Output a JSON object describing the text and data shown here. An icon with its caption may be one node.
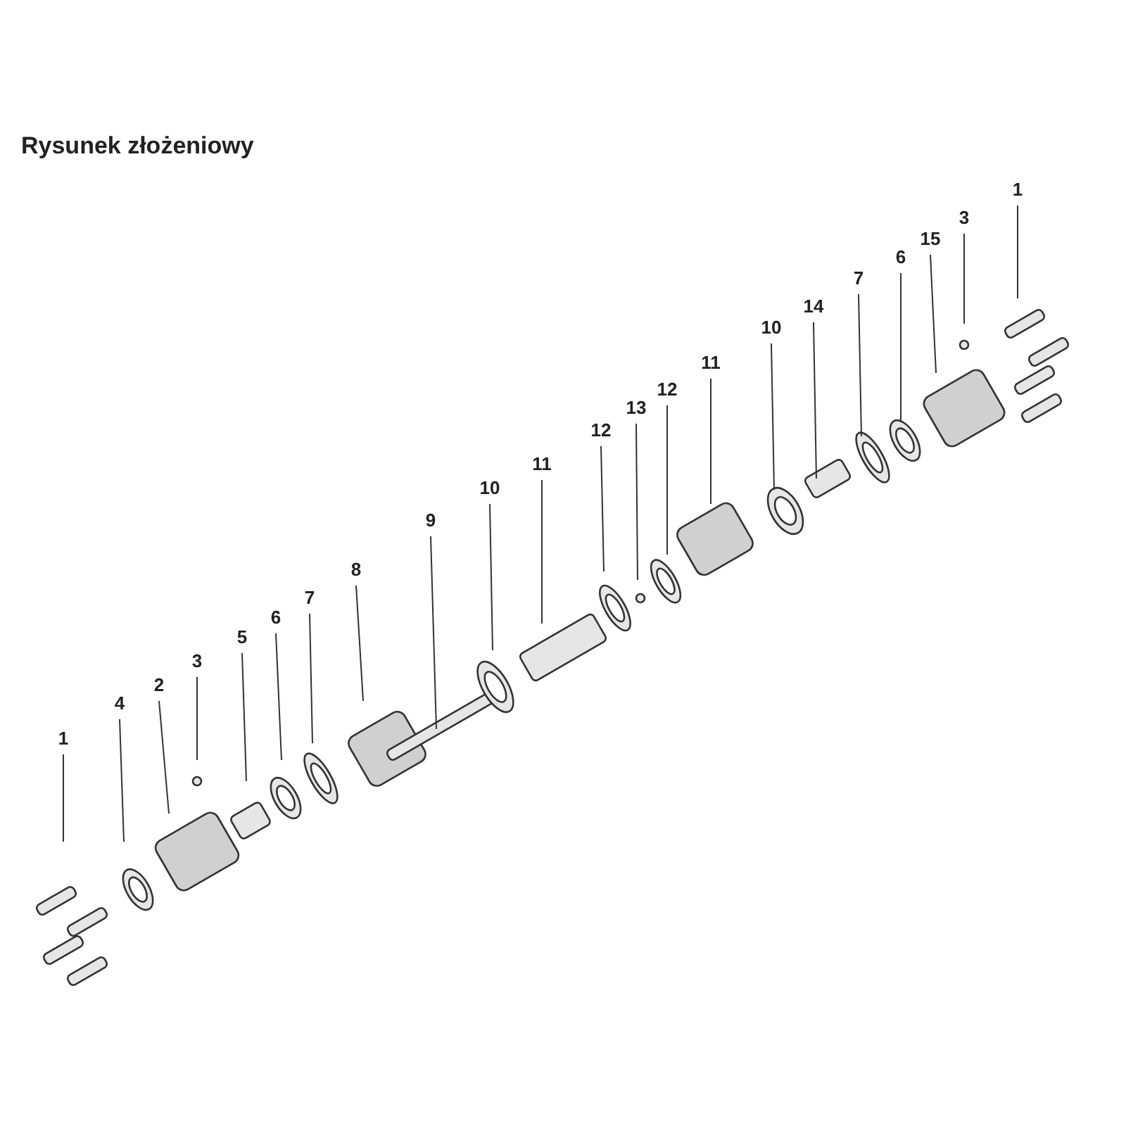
{
  "diagram": {
    "title": "Rysunek złożeniowy",
    "nodes": [
      {
        "text": [
          "1"
        ]
      },
      {
        "text": [
          "4"
        ]
      },
      {
        "text": [
          "2"
        ]
      },
      {
        "text": [
          "3"
        ]
      },
      {
        "text": [
          "5"
        ]
      },
      {
        "text": [
          "6"
        ]
      },
      {
        "text": [
          "7"
        ]
      },
      {
        "text": [
          "8"
        ]
      },
      {
        "text": [
          "9"
        ]
      },
      {
        "text": [
          "10"
        ]
      },
      {
        "text": [
          "11"
        ]
      },
      {
        "text": [
          "12"
        ]
      },
      {
        "text": [
          "13"
        ]
      },
      {
        "text": [
          "12"
        ]
      },
      {
        "text": [
          "11"
        ]
      },
      {
        "text": [
          "10"
        ]
      },
      {
        "text": [
          "14"
        ]
      },
      {
        "text": [
          "7"
        ]
      },
      {
        "text": [
          "6"
        ]
      },
      {
        "text": [
          "15"
        ]
      },
      {
        "text": [
          "3"
        ]
      },
      {
        "text": [
          "1"
        ]
      }
    ],
    "edges": [
      {
        "from": 0,
        "to": null,
        "arrow": "none"
      },
      {
        "from": 1,
        "to": null,
        "arrow": "none"
      },
      {
        "from": 2,
        "to": null,
        "arrow": "none"
      },
      {
        "from": 3,
        "to": null,
        "arrow": "none"
      },
      {
        "from": 4,
        "to": null,
        "arrow": "none"
      },
      {
        "from": 5,
        "to": null,
        "arrow": "none"
      },
      {
        "from": 6,
        "to": null,
        "arrow": "none"
      },
      {
        "from": 7,
        "to": null,
        "arrow": "none"
      },
      {
        "from": 8,
        "to": null,
        "arrow": "none"
      },
      {
        "from": 9,
        "to": null,
        "arrow": "none"
      },
      {
        "from": 10,
        "to": null,
        "arrow": "none"
      },
      {
        "from": 11,
        "to": null,
        "arrow": "none"
      },
      {
        "from": 12,
        "to": null,
        "arrow": "none"
      },
      {
        "from": 13,
        "to": null,
        "arrow": "none"
      },
      {
        "from": 14,
        "to": null,
        "arrow": "none"
      },
      {
        "from": 15,
        "to": null,
        "arrow": "none"
      },
      {
        "from": 16,
        "to": null,
        "arrow": "none"
      },
      {
        "from": 17,
        "to": null,
        "arrow": "none"
      },
      {
        "from": 18,
        "to": null,
        "arrow": "none"
      },
      {
        "from": 19,
        "to": null,
        "arrow": "none"
      },
      {
        "from": 20,
        "to": null,
        "arrow": "none"
      },
      {
        "from": 21,
        "to": null,
        "arrow": "none"
      }
    ]
  }
}
